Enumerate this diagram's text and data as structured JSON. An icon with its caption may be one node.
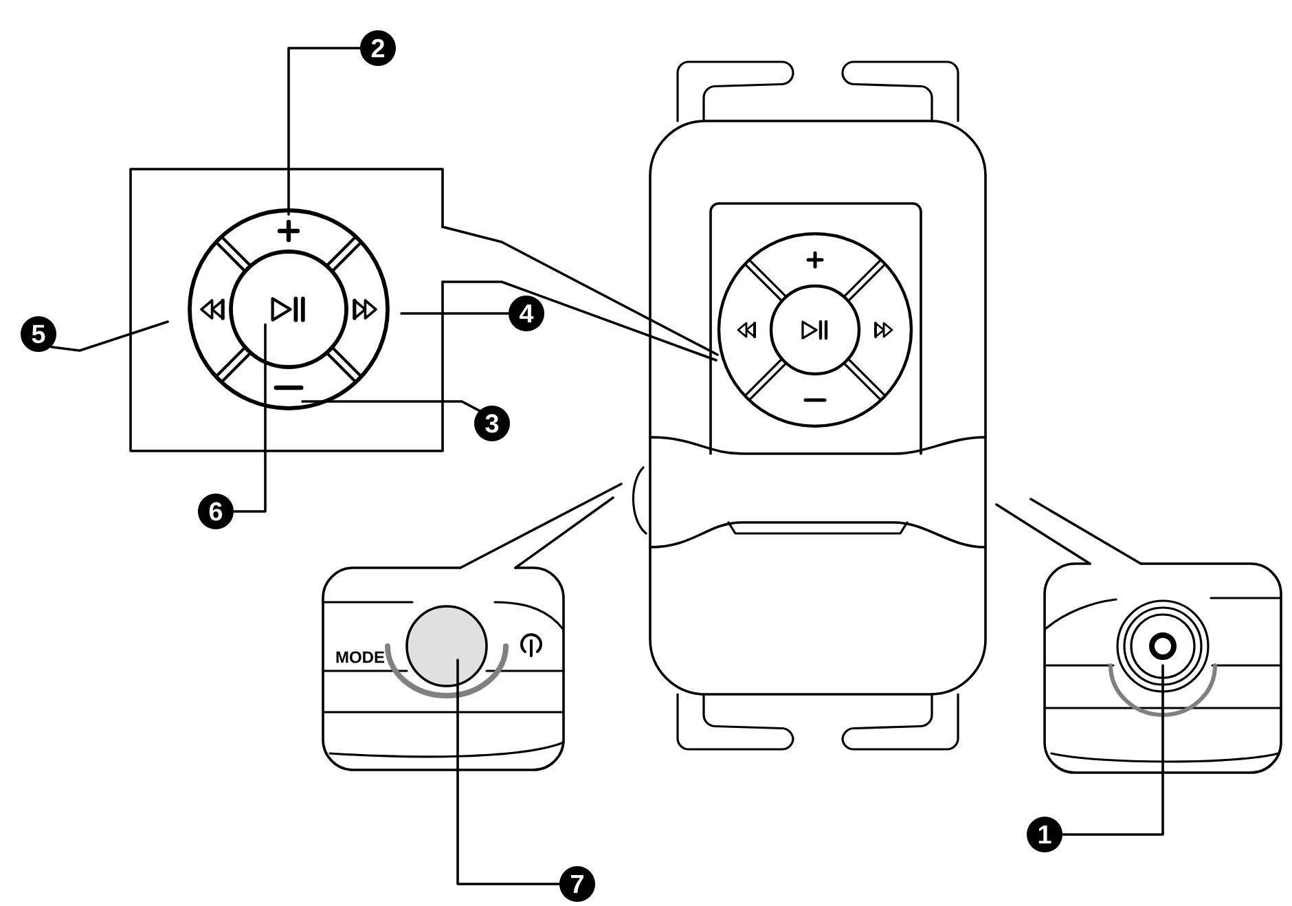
{
  "diagram": {
    "nodes": [
      {
        "text": [
          "2"
        ]
      },
      {
        "text": [
          "5"
        ]
      },
      {
        "text": [
          "4"
        ]
      },
      {
        "text": [
          "3"
        ]
      },
      {
        "text": [
          "6"
        ]
      },
      {
        "text": [
          "7"
        ]
      },
      {
        "text": [
          "1"
        ]
      }
    ],
    "edges": [
      {
        "from": 0,
        "to": null,
        "arrow": "none"
      },
      {
        "from": 1,
        "to": null,
        "arrow": "none"
      },
      {
        "from": 2,
        "to": null,
        "arrow": "none"
      },
      {
        "from": 3,
        "to": null,
        "arrow": "none"
      },
      {
        "from": 4,
        "to": null,
        "arrow": "none"
      },
      {
        "from": 5,
        "to": null,
        "arrow": "none"
      },
      {
        "from": 6,
        "to": null,
        "arrow": "none"
      }
    ],
    "labels": [
      "MODE"
    ]
  }
}
